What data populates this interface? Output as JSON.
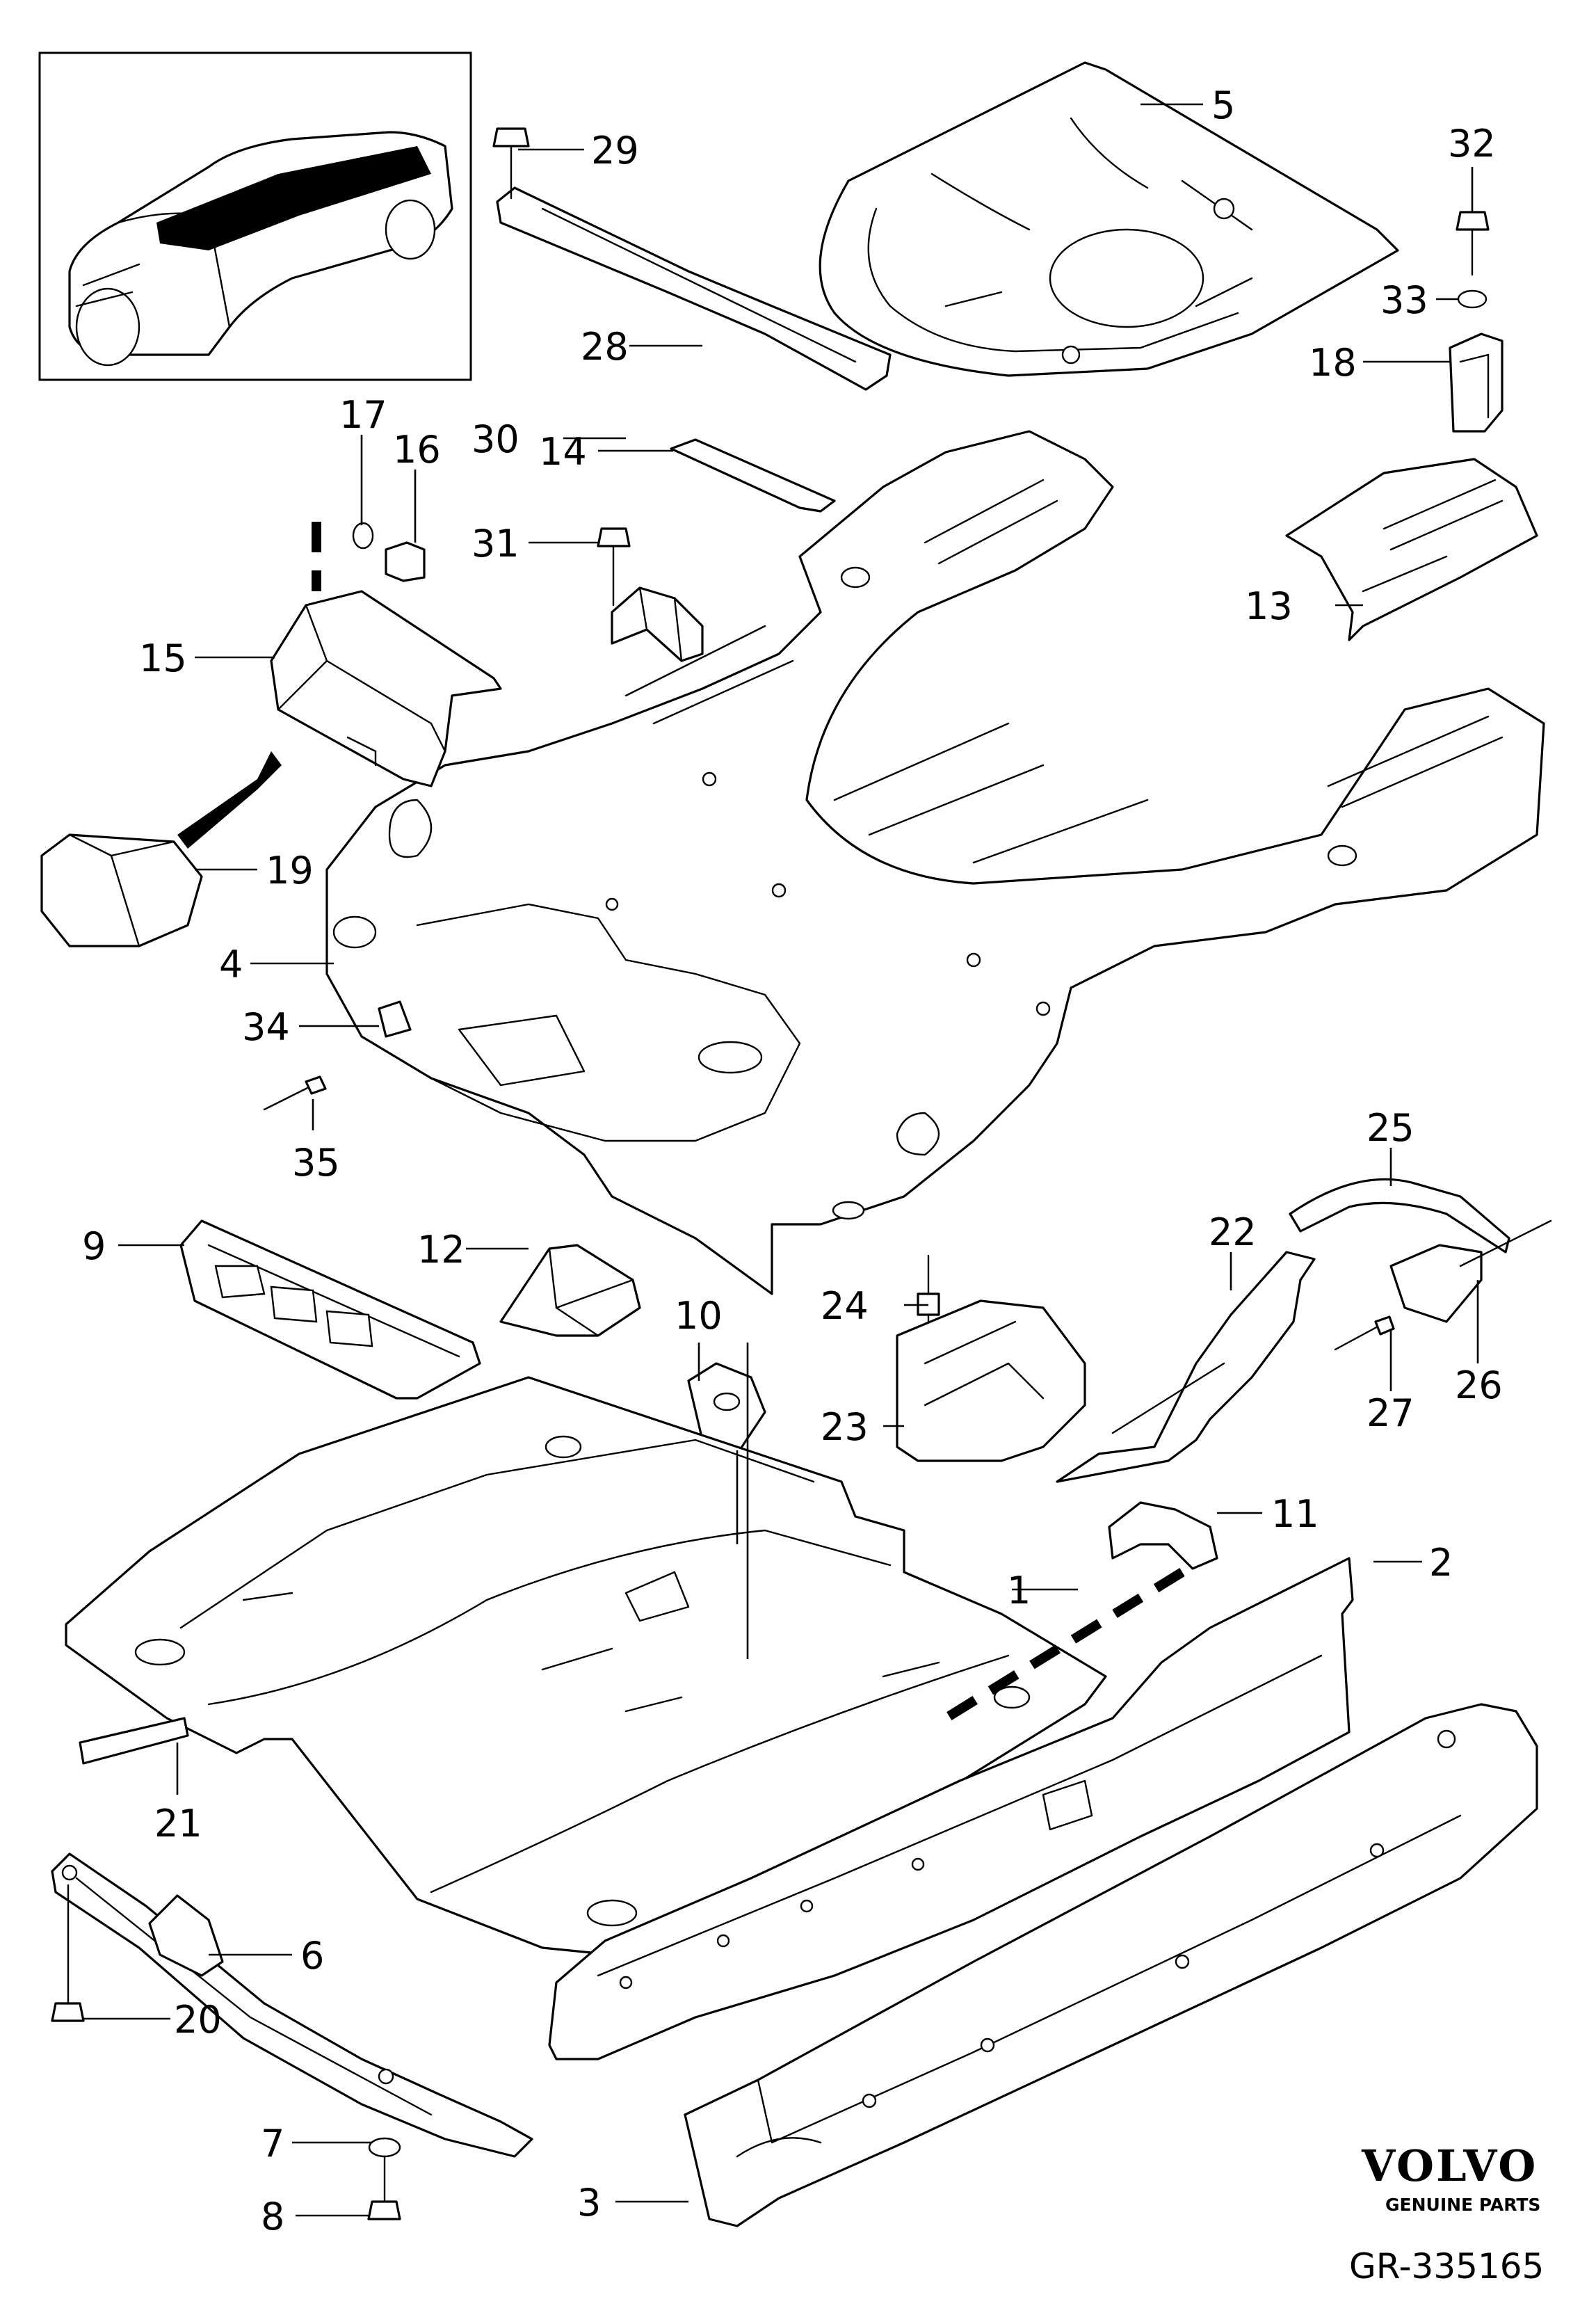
{
  "brand": {
    "logo_text": "VOLVO",
    "tagline": "GENUINE PARTS",
    "reference": "GR-335165"
  },
  "callouts": [
    "1",
    "2",
    "3",
    "4",
    "5",
    "6",
    "7",
    "8",
    "9",
    "10",
    "11",
    "12",
    "13",
    "14",
    "15",
    "16",
    "17",
    "18",
    "19",
    "20",
    "21",
    "22",
    "23",
    "24",
    "25",
    "26",
    "27",
    "28",
    "29",
    "30",
    "31",
    "32",
    "33",
    "34",
    "35"
  ]
}
